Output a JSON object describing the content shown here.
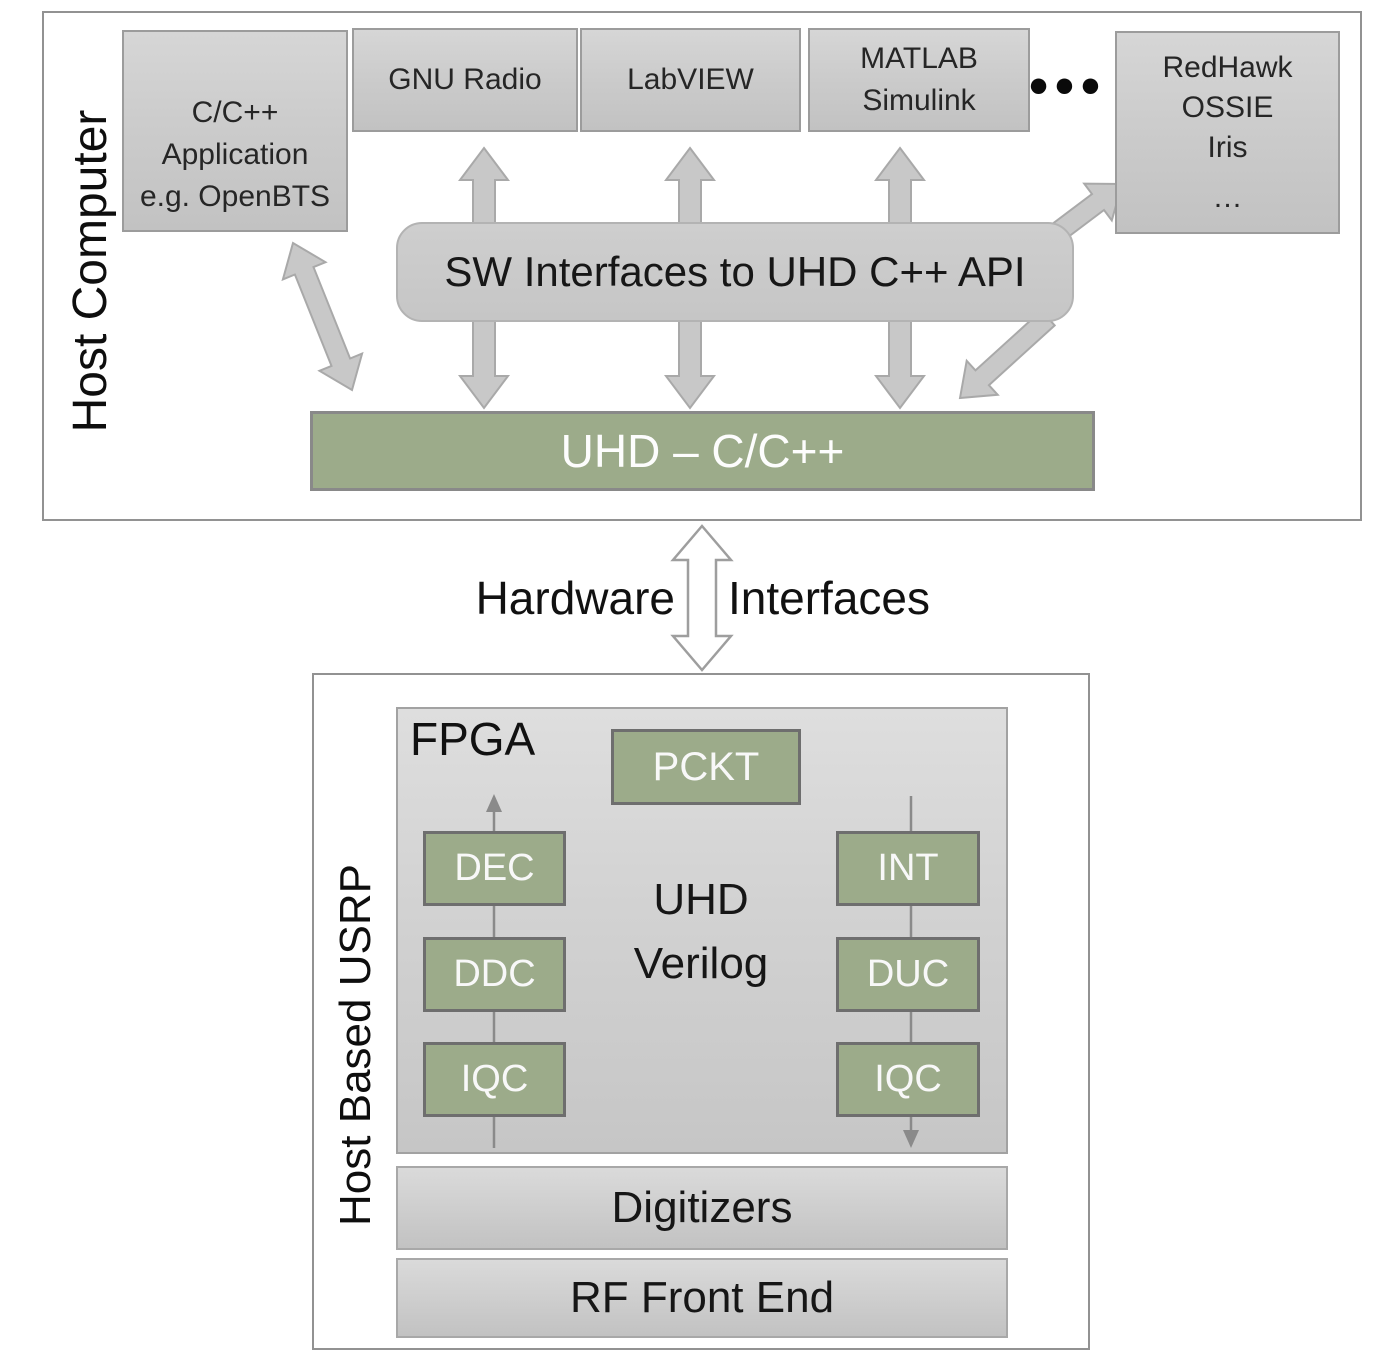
{
  "colors": {
    "green": "#9CAB8A",
    "box_gray": "#CACACA",
    "panel_border": "#929292",
    "arrow_gray": "#C8C8C8",
    "text_dark": "#1C1C1C"
  },
  "host_computer": {
    "label": "Host Computer",
    "apps": [
      {
        "id": "cpp-application",
        "lines": [
          "C/C++",
          "Application",
          "e.g. OpenBTS"
        ]
      },
      {
        "id": "gnu-radio",
        "lines": [
          "GNU Radio"
        ]
      },
      {
        "id": "labview",
        "lines": [
          "LabVIEW"
        ]
      },
      {
        "id": "matlab-simulink",
        "lines": [
          "MATLAB",
          "Simulink"
        ]
      },
      {
        "id": "redhawk-ossie",
        "lines": [
          "RedHawk",
          "OSSIE",
          "Iris",
          "…"
        ]
      }
    ],
    "more_apps_ellipsis": "•••",
    "sw_interface_label": "SW Interfaces to UHD C++ API",
    "uhd_bar_label": "UHD – C/C++"
  },
  "hardware_interfaces": {
    "left": "Hardware",
    "right": "Interfaces"
  },
  "usrp": {
    "label": "Host Based USRP",
    "fpga_label": "FPGA",
    "pckt": "PCKT",
    "rx_chain": [
      "DEC",
      "DDC",
      "IQC"
    ],
    "tx_chain": [
      "INT",
      "DUC",
      "IQC"
    ],
    "center_lines": [
      "UHD",
      "Verilog"
    ],
    "digitizers": "Digitizers",
    "rf_front_end": "RF Front End"
  }
}
